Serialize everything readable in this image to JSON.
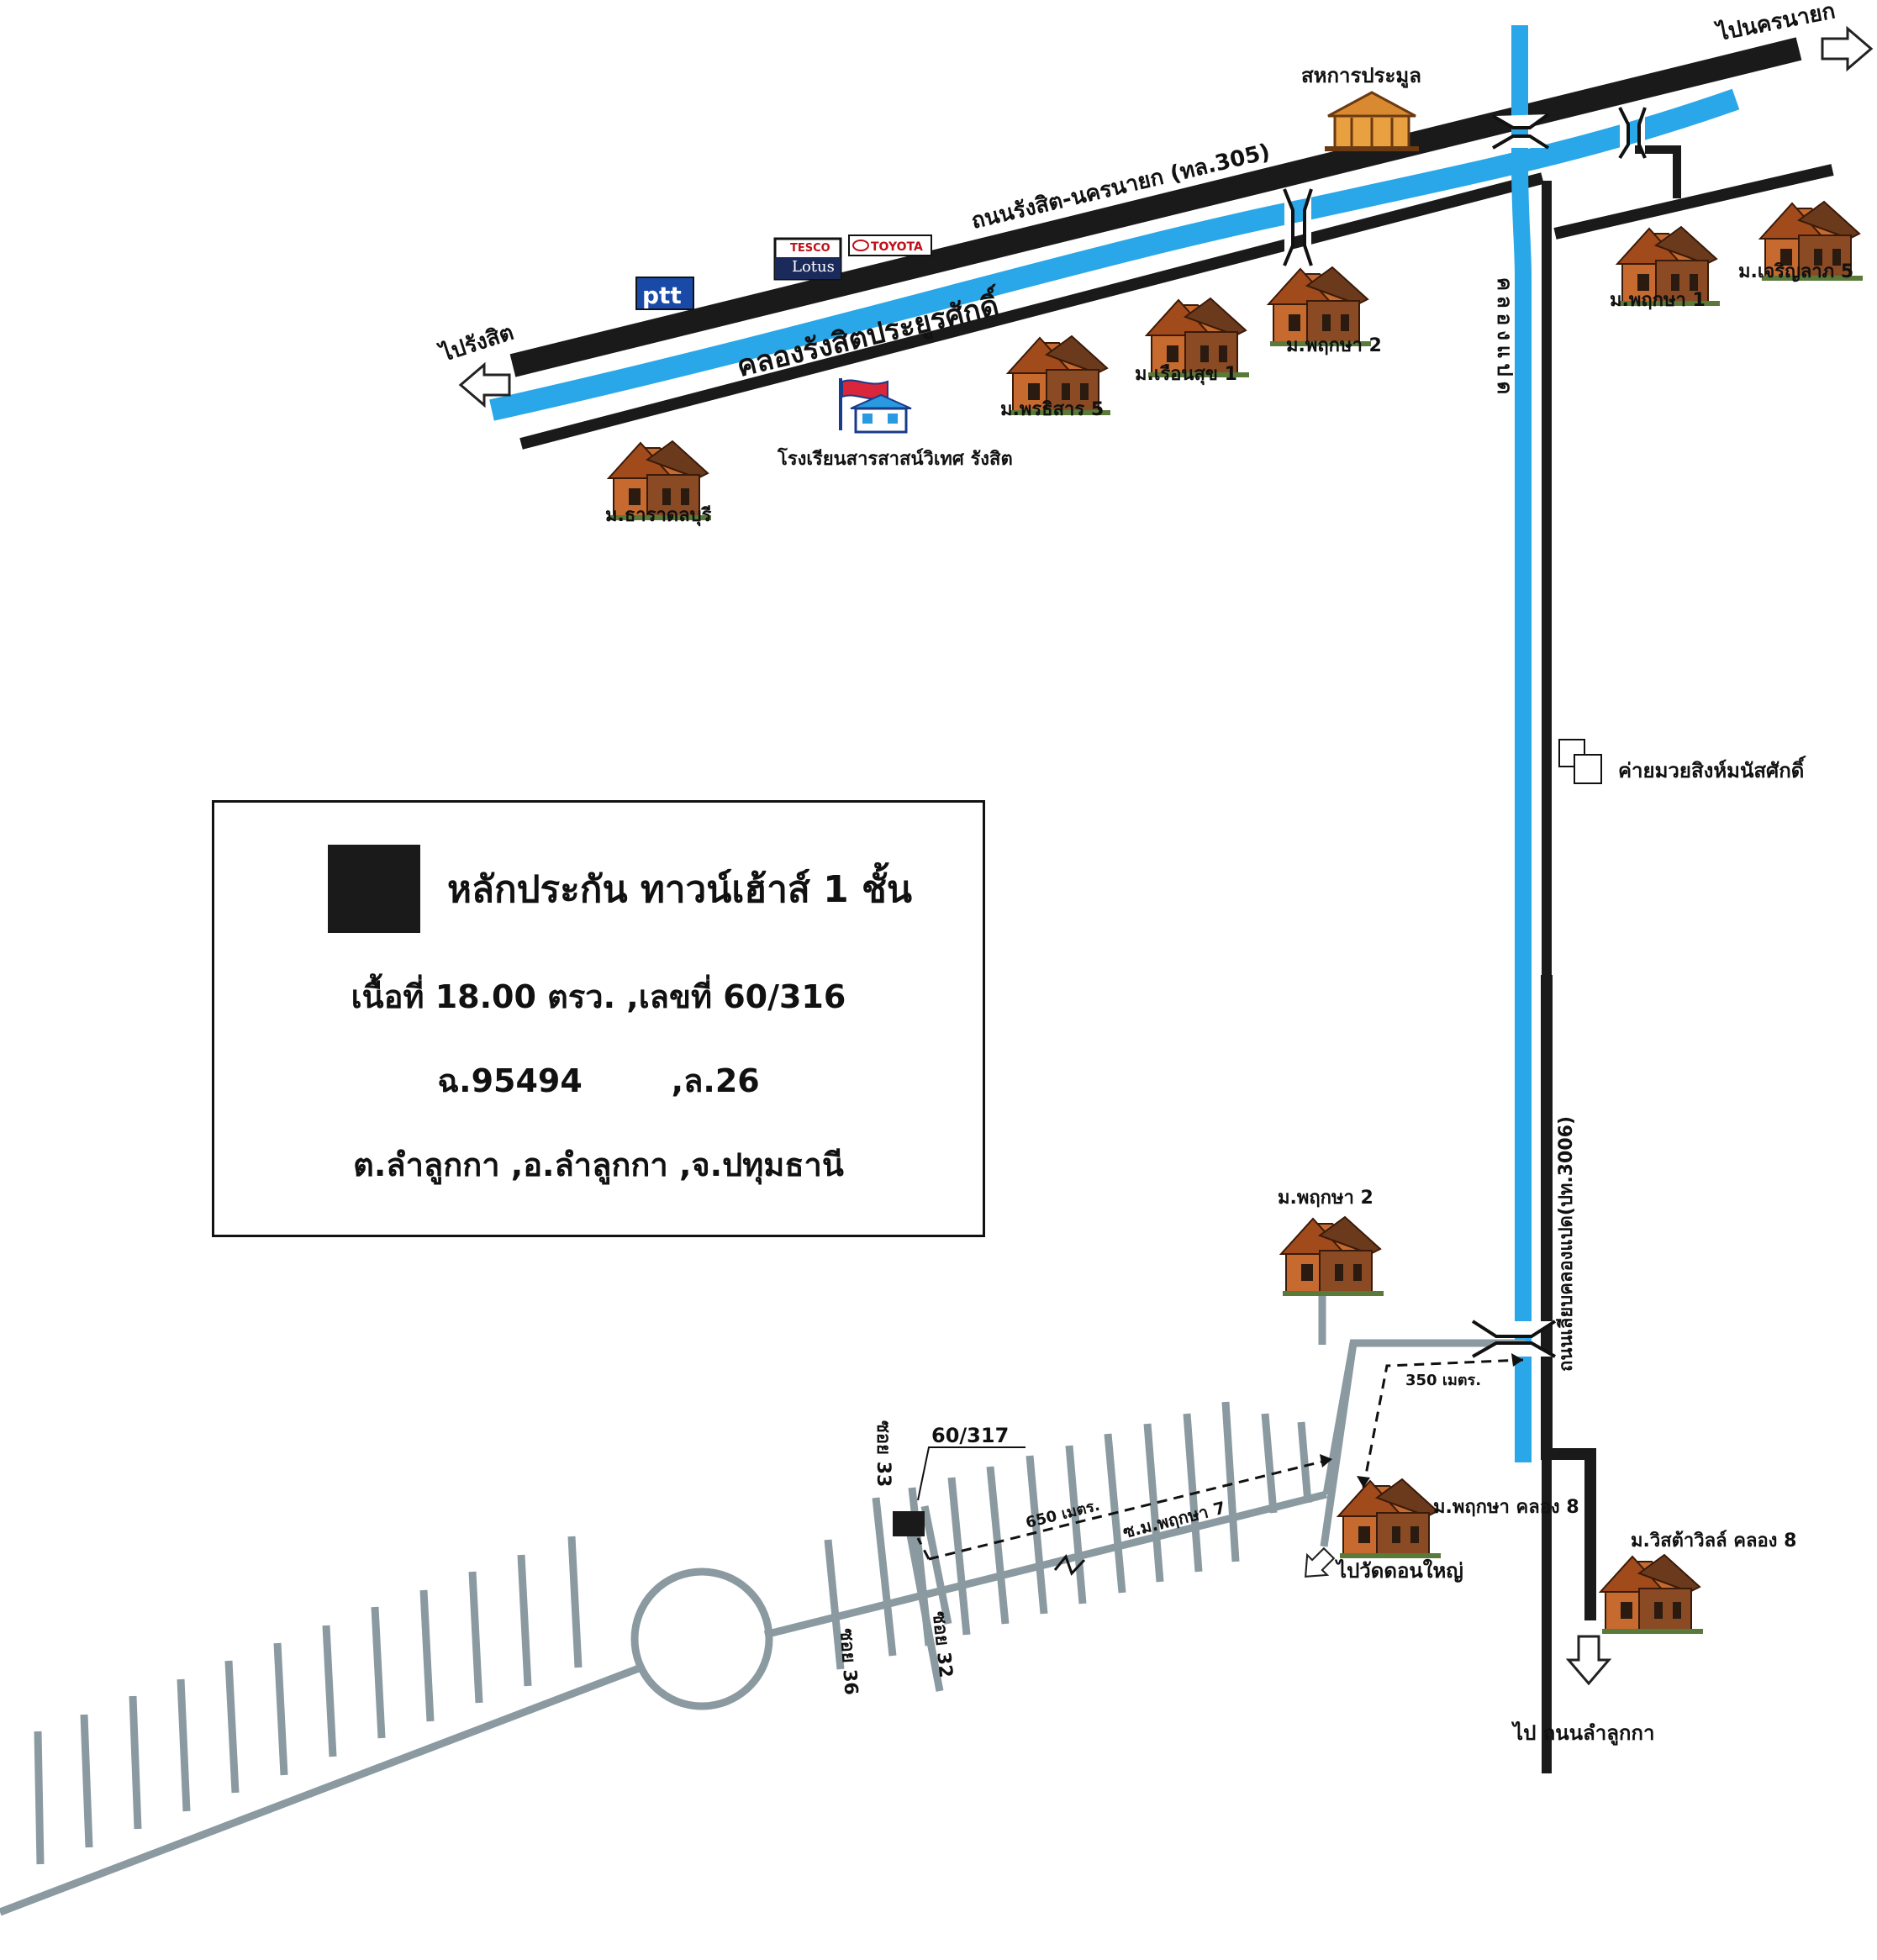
{
  "colors": {
    "canal": "#2aa7e8",
    "road_dark": "#1a1a1a",
    "road_grey": "#8a9aa0",
    "house_roof": "#a14a1c",
    "house_wall": "#c66a30",
    "arrow_green": "#3a8a1f",
    "collateral": "#1a1a1a"
  },
  "roads": {
    "main_road": "ถนนรังสิต-นครนายก (ทล.305)",
    "canal_main": "คลองรังสิตประยูรศักดิ์",
    "canal_8": "คลองแปด",
    "side_road": "ถนนเลียบคลองแปด(ปท.3006)",
    "soi_main": "ซ.ม.พฤกษา 7",
    "soi_33": "ซอย 33",
    "soi_36": "ซอย 36",
    "soi_32": "ซอย 32"
  },
  "directions": {
    "to_nakhon_nayok": "ไปนครนายก",
    "to_rangsit": "ไปรังสิต",
    "to_lam_luk_ka": "ไป ถนนลำลูกกา",
    "to_wat_don_yai": "ไปวัดดอนใหญ่"
  },
  "landmarks": {
    "cooperative": "สหการประมูล",
    "school": "โรงเรียนสารสาสน์วิเทศ รังสิต",
    "boxing_camp": "ค่ายมวยสิงห์มนัสศักดิ์",
    "ptt": "ptt",
    "tesco": "TESCO",
    "lotus": "Lotus",
    "toyota": "TOYOTA"
  },
  "villages": {
    "tharadolburi": "ม.ธาราดลบุรี",
    "phonsirisan5": "ม.พรธิสาร 5",
    "rueansuk1": "ม.เรือนสุข 1",
    "pruksa2_top": "ม.พฤกษา 2",
    "pruksa1": "ม.พฤกษา 1",
    "charoenlap5": "ม.เจริญลาภ 5",
    "pruksa2_bottom": "ม.พฤกษา 2",
    "pruksa_khlong8": "ม.พฤกษา คลอง 8",
    "vista_ville": "ม.วิสต้าวิลล์ คลอง 8"
  },
  "distances": {
    "d350": "350 เมตร.",
    "d650": "650 เมตร."
  },
  "plot": {
    "neighbor_number": "60/317"
  },
  "info": {
    "legend": "หลักประกัน ทาวน์เฮ้าส์ 1 ชั้น",
    "area_line": "เนื้อที่ 18.00 ตรว. ,เลขที่ 60/316",
    "deed": "ฉ.95494",
    "page": ",ล.26",
    "address": "ต.ลำลูกกา ,อ.ลำลูกกา ,จ.ปทุมธานี"
  }
}
